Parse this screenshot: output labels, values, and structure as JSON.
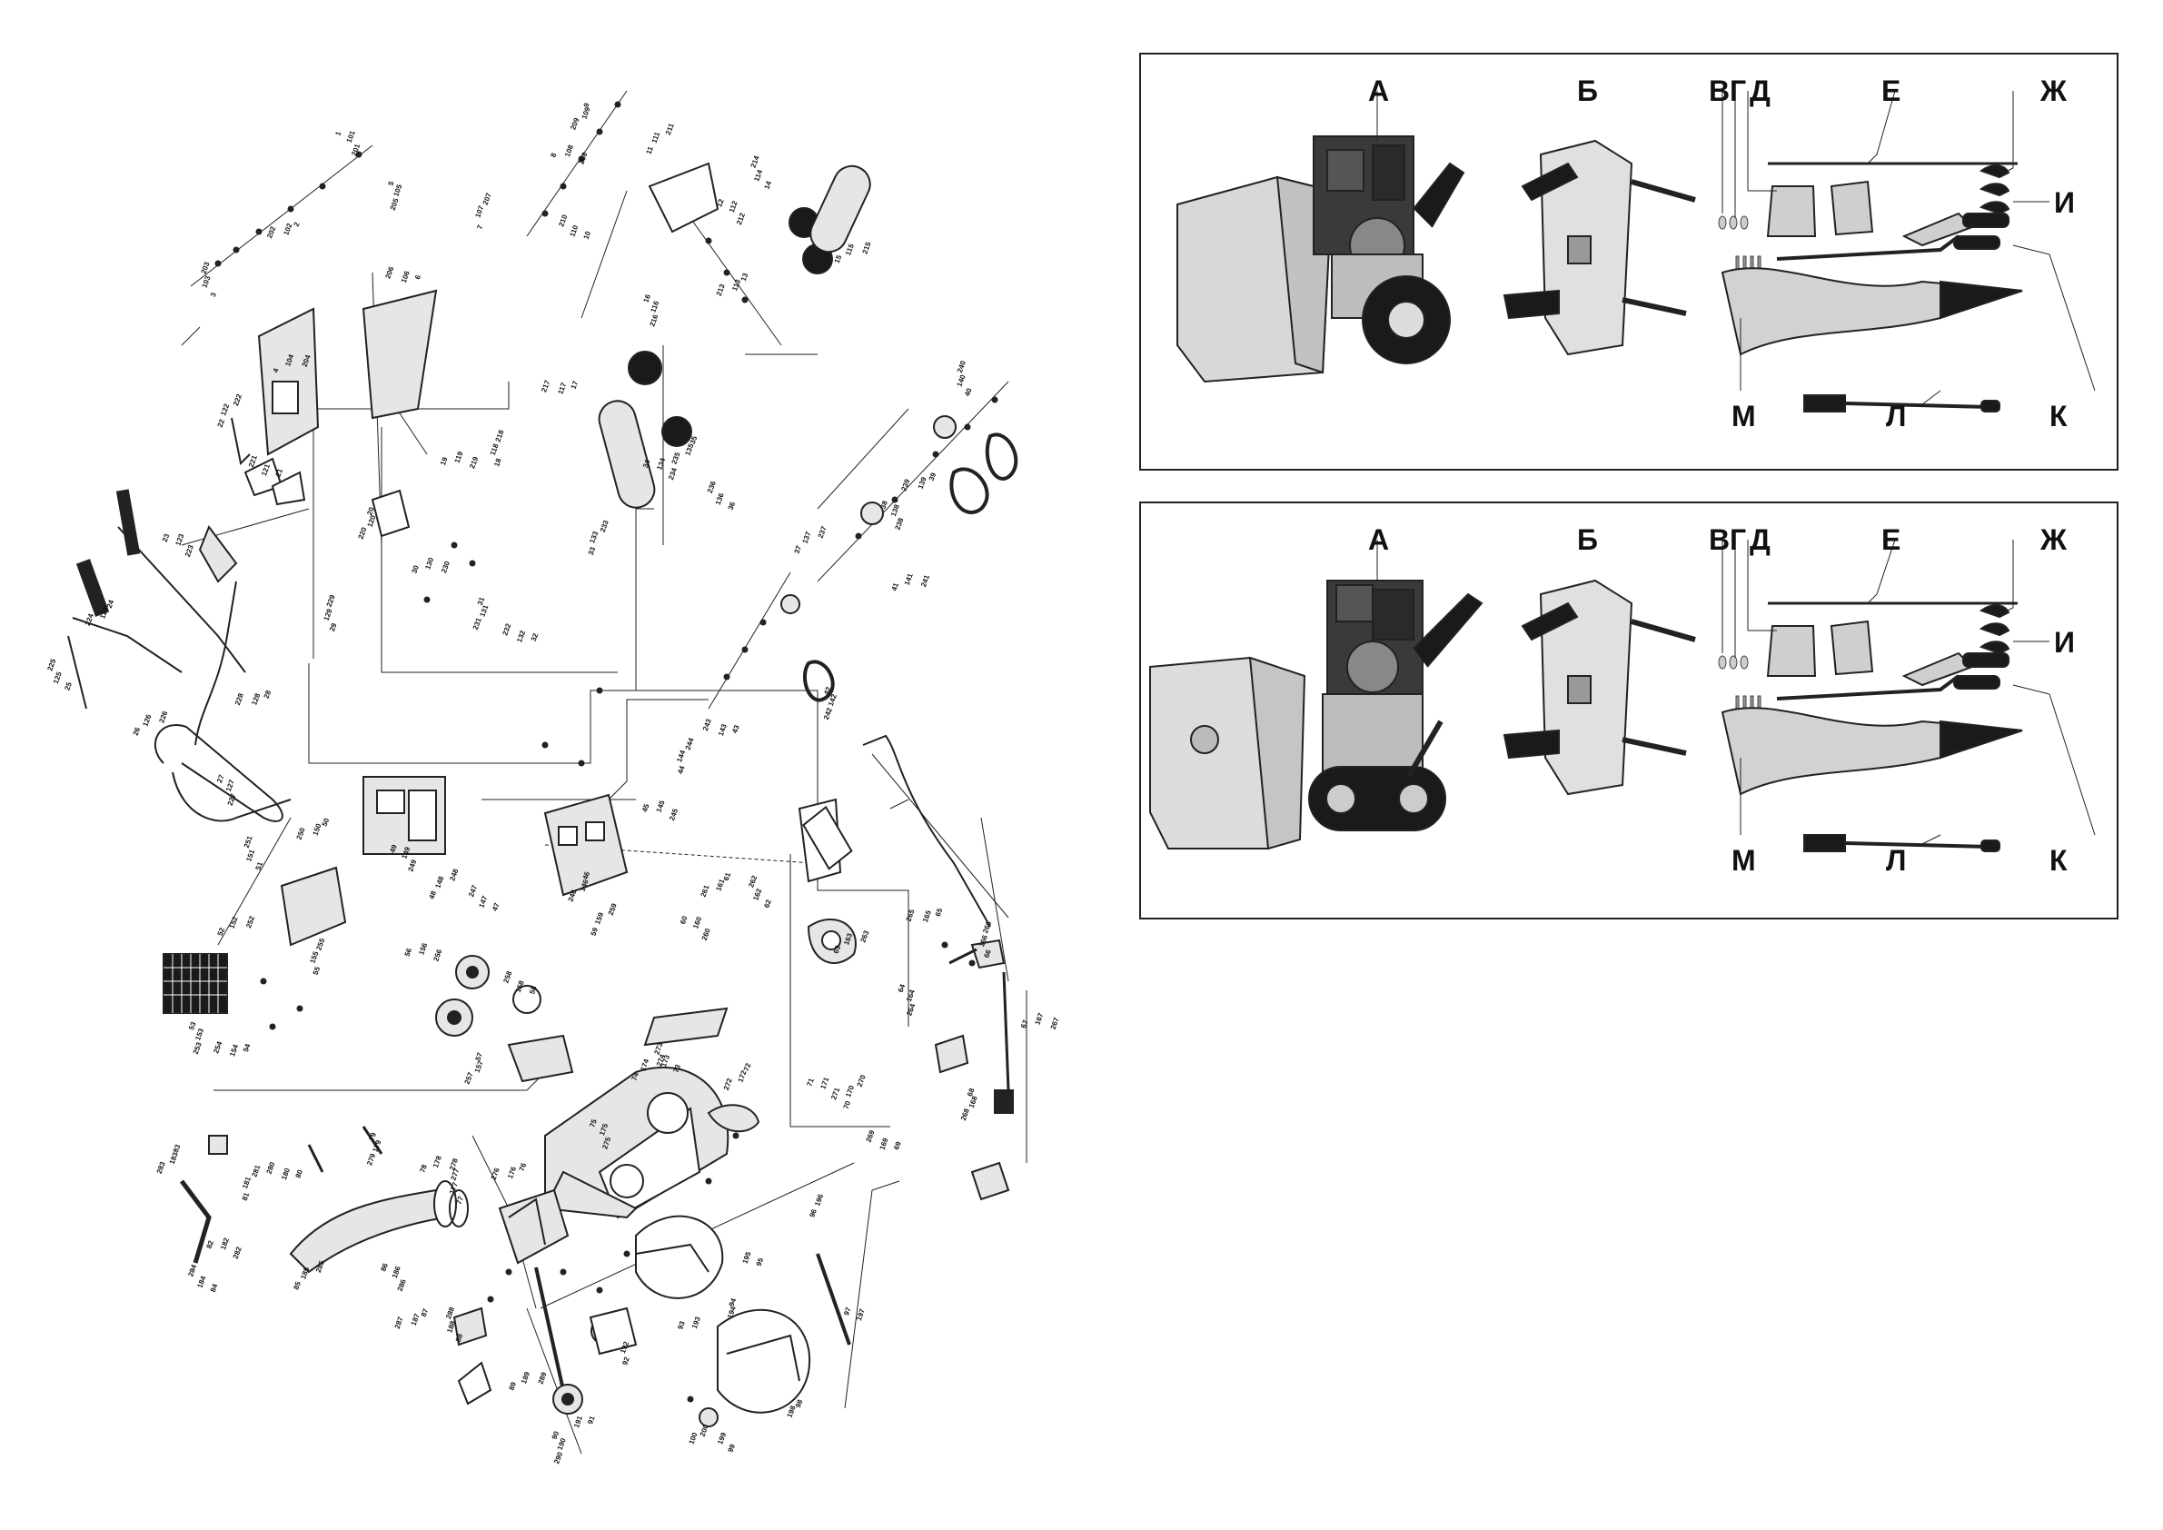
{
  "kit_letters": [
    "А",
    "Б",
    "В",
    "Г",
    "Д",
    "Е",
    "Ж",
    "И",
    "К",
    "Л",
    "М"
  ],
  "part_numbers": [
    "1",
    "2",
    "3",
    "4",
    "5",
    "6",
    "7",
    "8",
    "9",
    "10",
    "11",
    "12",
    "13",
    "14",
    "15",
    "16",
    "17",
    "18",
    "19",
    "20",
    "21",
    "22",
    "23",
    "24",
    "25",
    "26",
    "27",
    "28",
    "29",
    "30",
    "31",
    "32",
    "33",
    "34",
    "35",
    "36",
    "37",
    "38",
    "39",
    "40",
    "41",
    "42",
    "43",
    "44",
    "45",
    "46",
    "47",
    "48",
    "49",
    "50",
    "51",
    "52",
    "53",
    "54",
    "55",
    "56",
    "57",
    "58",
    "59",
    "60",
    "61",
    "62",
    "63",
    "64",
    "65",
    "66",
    "67",
    "68",
    "69",
    "70",
    "71",
    "72",
    "73",
    "74",
    "75",
    "76",
    "77",
    "78",
    "79",
    "80",
    "81",
    "82",
    "83",
    "84",
    "85",
    "86",
    "87",
    "88",
    "89",
    "90",
    "91",
    "92",
    "93",
    "94",
    "95",
    "96",
    "97",
    "98",
    "99",
    "100",
    "101",
    "102",
    "103",
    "104",
    "105",
    "106",
    "107",
    "108",
    "109",
    "110",
    "111",
    "112",
    "113",
    "114",
    "115",
    "116",
    "117",
    "118",
    "119",
    "120",
    "121",
    "122",
    "123",
    "124",
    "125",
    "126",
    "127",
    "128",
    "129",
    "130",
    "131",
    "132",
    "133",
    "134",
    "135",
    "136",
    "137",
    "138",
    "139",
    "140",
    "141",
    "142",
    "143",
    "144",
    "145",
    "146",
    "147",
    "148",
    "149",
    "150",
    "151",
    "152",
    "153",
    "154",
    "155",
    "156",
    "157",
    "158",
    "159",
    "160",
    "161",
    "162",
    "163",
    "164",
    "165",
    "166",
    "167",
    "168",
    "169",
    "170",
    "171",
    "172",
    "173",
    "174",
    "175",
    "176",
    "177",
    "178",
    "179",
    "180",
    "181",
    "182",
    "183",
    "184",
    "185",
    "186",
    "187",
    "188",
    "189",
    "190",
    "191",
    "192",
    "193",
    "194",
    "195",
    "196",
    "197",
    "198",
    "199",
    "200",
    "201",
    "202",
    "203",
    "204",
    "205",
    "206",
    "207",
    "208",
    "209",
    "210",
    "211",
    "212",
    "213",
    "214",
    "215",
    "216",
    "217",
    "218",
    "219",
    "220",
    "221",
    "222",
    "223",
    "224",
    "225",
    "226",
    "227",
    "228",
    "229",
    "230",
    "231",
    "232",
    "233",
    "234",
    "235",
    "236",
    "237",
    "238",
    "239",
    "240",
    "241",
    "242",
    "243",
    "244",
    "245",
    "246",
    "247",
    "248",
    "249",
    "250",
    "251",
    "252",
    "253",
    "254",
    "255",
    "256",
    "257",
    "258",
    "259",
    "260",
    "261",
    "262",
    "263",
    "264",
    "265",
    "266",
    "267",
    "268",
    "269",
    "270",
    "271",
    "272",
    "273",
    "274",
    "275",
    "276",
    "277",
    "278",
    "279",
    "280",
    "281",
    "282",
    "283",
    "284",
    "285",
    "286",
    "287",
    "288",
    "289",
    "290"
  ],
  "colors": {
    "line": "#222222",
    "part_fill": "#e6e6e6",
    "dark_part": "#1a1a1a",
    "panel_border": "#222222"
  }
}
